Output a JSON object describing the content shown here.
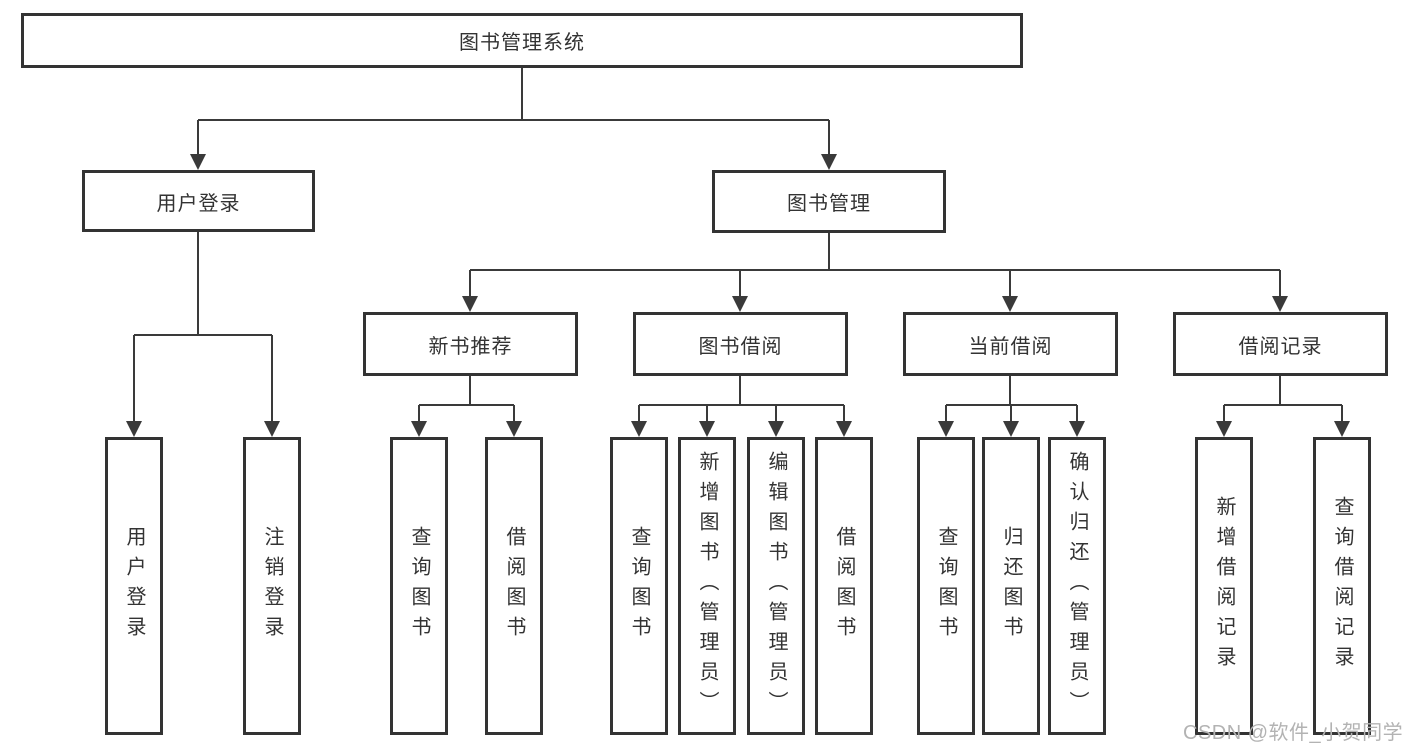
{
  "diagram": {
    "root": {
      "label": "图书管理系统"
    },
    "branches": [
      {
        "label": "用户登录",
        "leaves": [
          "用户登录",
          "注销登录"
        ]
      },
      {
        "label": "图书管理",
        "children": [
          {
            "label": "新书推荐",
            "leaves": [
              "查询图书",
              "借阅图书"
            ]
          },
          {
            "label": "图书借阅",
            "leaves": [
              "查询图书",
              "新增图书（管理员）",
              "编辑图书（管理员）",
              "借阅图书"
            ]
          },
          {
            "label": "当前借阅",
            "leaves": [
              "查询图书",
              "归还图书",
              "确认归还（管理员）"
            ]
          },
          {
            "label": "借阅记录",
            "leaves": [
              "新增借阅记录",
              "查询借阅记录"
            ]
          }
        ]
      }
    ],
    "watermark": "CSDN @软件_小贺同学",
    "colors": {
      "line": "#3a3a3a",
      "box_border": "#333333",
      "text": "#333333",
      "background": "#ffffff",
      "watermark": "#b3b3b3"
    }
  }
}
